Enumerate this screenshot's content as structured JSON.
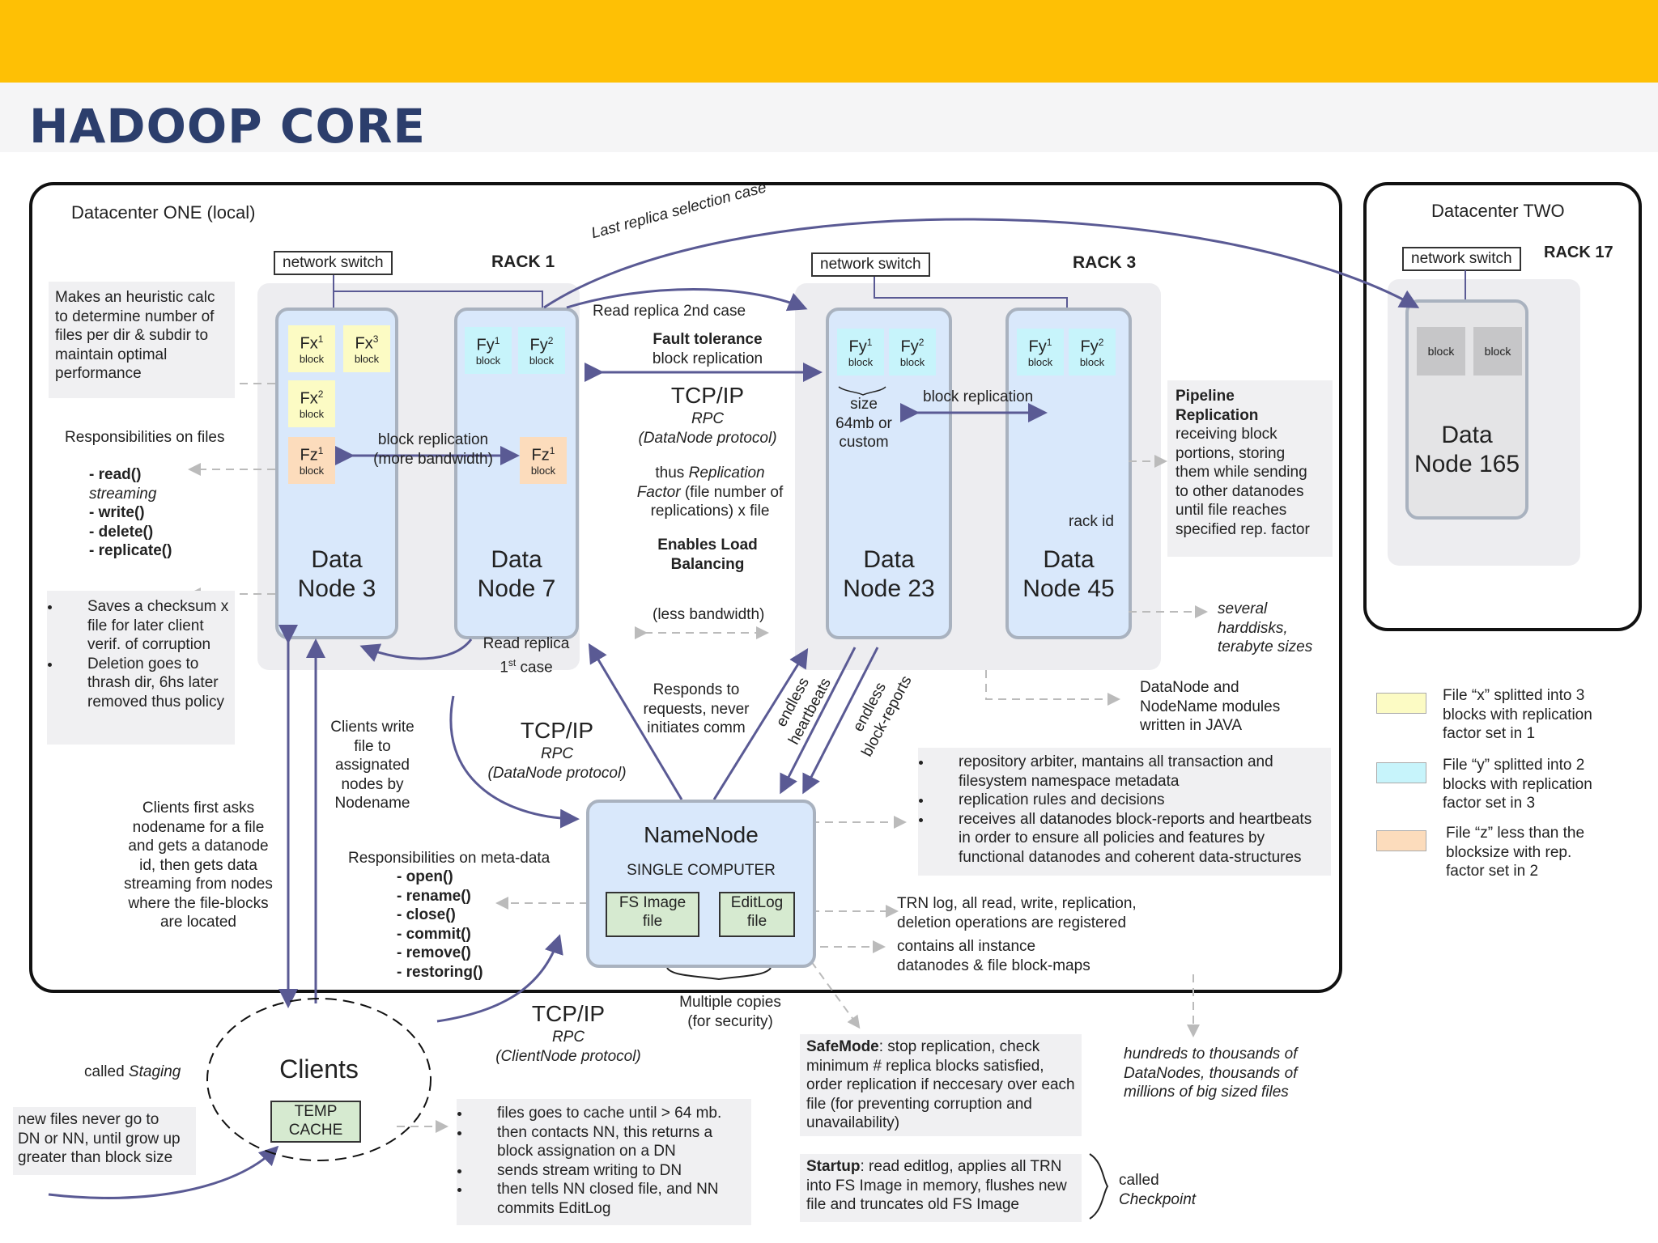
{
  "slide": {
    "title": "HADOOP CORE"
  },
  "datacenter_one": {
    "title": "Datacenter ONE (local)"
  },
  "datacenter_two": {
    "title": "Datacenter TWO",
    "switch": "network switch",
    "rack": "RACK 17",
    "block_1": "block",
    "block_2": "block",
    "node_line1": "Data",
    "node_line2": "Node 165"
  },
  "rack1": {
    "label": "RACK 1",
    "switch": "network switch"
  },
  "rack3": {
    "label": "RACK 3",
    "switch": "network switch"
  },
  "block_word": "block",
  "nodes": {
    "dn3": {
      "line1": "Data",
      "line2": "Node 3"
    },
    "dn7": {
      "line1": "Data",
      "line2": "Node 7"
    },
    "dn23": {
      "line1": "Data",
      "line2": "Node 23"
    },
    "dn45": {
      "line1": "Data",
      "line2": "Node 45"
    }
  },
  "blocks": {
    "fx": "Fx",
    "fy": "Fy",
    "fz": "Fz",
    "sup1": "1",
    "sup2": "2",
    "sup3": "3"
  },
  "annotations": {
    "last_replica": "Last replica selection case",
    "read_replica_2nd": "Read replica 2nd case",
    "fault_tolerance_1": "Fault tolerance",
    "fault_tolerance_2": "block replication",
    "tcpip_1": "TCP/IP",
    "rpc_1": "RPC",
    "dn_protocol_1": "(DataNode protocol)",
    "thus_1": "thus ",
    "thus_rep": "Replication",
    "thus_factor": "Factor",
    "thus_2": " (file number of",
    "thus_3": "replications) x file",
    "enables_1": "Enables Load",
    "enables_2": "Balancing",
    "less_bandwidth": "(less bandwidth)",
    "block_replication_r1": "block replication",
    "more_bandwidth": "(more bandwidth)",
    "block_replication_r3": "block replication",
    "size_1": "size",
    "size_2": "64mb or",
    "size_3": "custom",
    "rack_id": "rack id",
    "read_replica_1st_a": "Read replica",
    "read_replica_1st_b": "1",
    "read_replica_1st_sup": "st",
    "read_replica_1st_c": " case",
    "heuristic": [
      "Makes an heuristic calc",
      "to determine number of",
      "files per dir & subdir to",
      "maintain optimal",
      "performance"
    ],
    "resp_files_title": "Responsibilities on files",
    "resp_files": [
      "- read()",
      "streaming",
      "- write()",
      "- delete()",
      "- replicate()"
    ],
    "checksum": [
      "Saves a checksum x file for later client verif. of corruption",
      "Deletion goes to thrash dir, 6hs later removed thus policy"
    ],
    "pipeline_title_1": "Pipeline",
    "pipeline_title_2": "Replication",
    "pipeline": [
      "receiving block",
      "portions, storing",
      "them while sending",
      "to other datanodes",
      "until file reaches",
      "specified rep. factor"
    ],
    "harddisks": [
      "several",
      "harddisks,",
      "terabyte sizes"
    ],
    "java": [
      "DataNode and",
      "NodeName modules",
      "written in JAVA"
    ],
    "nn_bullets": [
      "repository arbiter, mantains all transaction and filesystem namespace metadata",
      "replication rules and decisions",
      "receives all datanodes block-reports and heartbeats in order to ensure all policies and features by functional datanodes and coherent data-structures"
    ],
    "clients_write": [
      "Clients write",
      "file to",
      "assignated",
      "nodes by",
      "Nodename"
    ],
    "tcpip_2": "TCP/IP",
    "rpc_2": "RPC",
    "dn_protocol_2": "(DataNode protocol)",
    "responds": [
      "Responds to",
      "requests, never",
      "initiates comm"
    ],
    "heartbeats_1": "endless",
    "heartbeats_2": "heartbeats",
    "blockreports_1": "endless",
    "blockreports_2": "block-reports",
    "clients_first": [
      "Clients first asks",
      "nodename for a file",
      "and gets a datanode",
      "id, then gets data",
      "streaming from nodes",
      "where the file-blocks",
      "are located"
    ],
    "resp_meta_title": "Responsibilities on meta-data",
    "resp_meta": [
      "- open()",
      "- rename()",
      "- close()",
      "- commit()",
      "- remove()",
      "- restoring()"
    ],
    "trn_log": [
      "TRN log, all read, write, replication,",
      "deletion operations are registered"
    ],
    "contains": [
      "contains all instance",
      "datanodes & file block-maps"
    ],
    "multiple_copies": [
      "Multiple copies",
      "(for security)"
    ],
    "tcpip_3": "TCP/IP",
    "rpc_3": "RPC",
    "cn_protocol": "(ClientNode protocol)",
    "staging_1": "called ",
    "staging_2": "Staging",
    "new_files": [
      "new files never go to",
      "DN or NN, until grow up",
      "greater than block size"
    ],
    "cache_bullets": [
      "files goes to cache until > 64 mb.",
      "then contacts NN, this returns a block assignation on a DN",
      "sends stream writing to DN",
      "then tells NN closed file, and NN commits EditLog"
    ],
    "safemode_bold": "SafeMode",
    "safemode_text": ": stop replication, check minimum # replica blocks satisfied, order replication if neccesary over each file (for preventing corruption and unavailability)",
    "startup_bold": "Startup",
    "startup_text": ": read editlog, applies all TRN into FS Image in memory, flushes new file and truncates old FS Image",
    "checkpoint_1": "called",
    "checkpoint_2": "Checkpoint",
    "hundreds": [
      "hundreds to thousands of",
      "DataNodes, thousands of",
      "millions of big sized files"
    ]
  },
  "namenode": {
    "title": "NameNode",
    "subtitle": "SINGLE COMPUTER",
    "fsimage_1": "FS Image",
    "fsimage_2": "file",
    "editlog_1": "EditLog",
    "editlog_2": "file"
  },
  "clients": {
    "title": "Clients",
    "cache_1": "TEMP",
    "cache_2": "CACHE"
  },
  "legend": [
    {
      "text": [
        "File “x” splitted into 3",
        "blocks with replication",
        "factor set in 1"
      ],
      "color": "#fcfbc4"
    },
    {
      "text": [
        "File “y” splitted into 2",
        "blocks with replication",
        "factor set in 3"
      ],
      "color": "#c7f4fb"
    },
    {
      "text": [
        "File “z” less than the",
        "blocksize with rep.",
        "factor set in 2"
      ],
      "color": "#fcdcbc"
    }
  ],
  "colors": {
    "header": "#fec005",
    "title": "#2c3e6c",
    "arrow": "#5a5a94",
    "node": "#d9e8fb"
  }
}
